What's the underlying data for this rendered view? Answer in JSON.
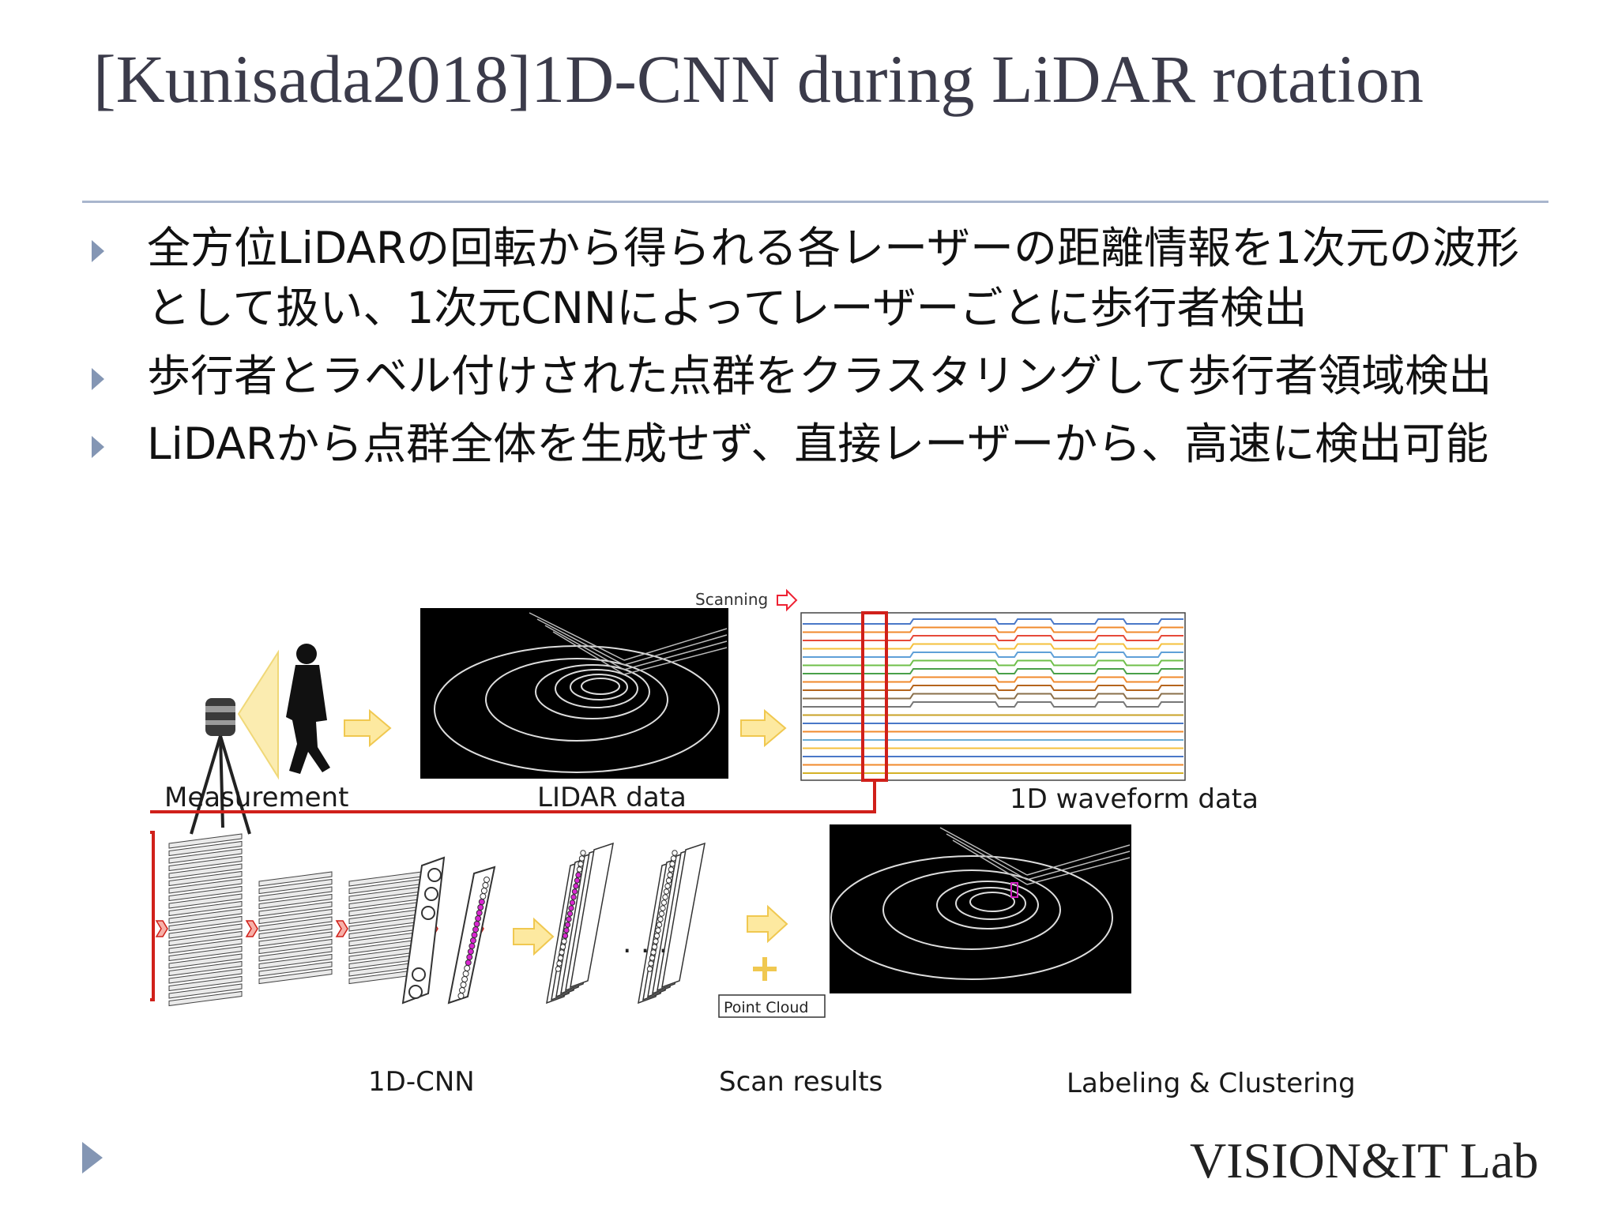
{
  "slide": {
    "title": "[Kunisada2018]1D-CNN during LiDAR rotation",
    "bullets": [
      "全方位LiDARの回転から得られる各レーザーの距離情報を1次元の波形として扱い、1次元CNNによってレーザーごとに歩行者検出",
      "歩行者とラベル付けされた点群をクラスタリングして歩行者領域検出",
      "LiDARから点群全体を生成せず、直接レーザーから、高速に検出可能"
    ],
    "logo_text": "VISION&IT Lab"
  },
  "figure": {
    "scanning_label": "Scanning",
    "measurement_label": "Measurement",
    "lidar_data_label": "LIDAR data",
    "waveform_label": "1D waveform data",
    "cnn_label": "1D-CNN",
    "scan_results_label": "Scan results",
    "point_cloud_label": "Point Cloud",
    "labeling_label": "Labeling & Clustering",
    "waveform_colors": [
      "#4a78c8",
      "#f08a2c",
      "#e64a3a",
      "#f4c03c",
      "#5fa0d8",
      "#6fbf4a",
      "#4aa04a",
      "#f08a2c",
      "#b5651d",
      "#8a6f4a",
      "#777777",
      "#c9a227",
      "#4a78c8",
      "#f08a2c",
      "#6aaed6",
      "#f4c03c",
      "#4a78c8",
      "#f08a2c",
      "#d4b227"
    ]
  }
}
